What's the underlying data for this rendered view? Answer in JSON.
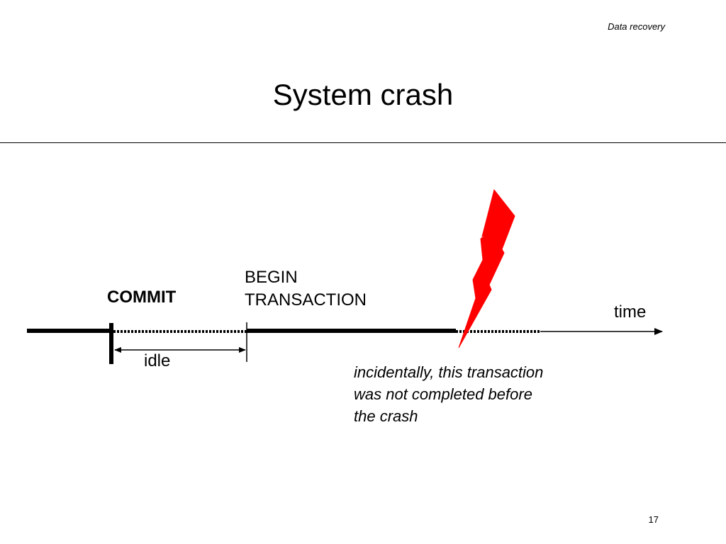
{
  "header": {
    "section_label": "Data recovery"
  },
  "slide": {
    "title": "System crash",
    "page_number": "17"
  },
  "diagram": {
    "labels": {
      "commit": "COMMIT",
      "begin_line1": "BEGIN",
      "begin_line2": "TRANSACTION",
      "time": "time",
      "idle": "idle"
    },
    "annotation": {
      "line1": "incidentally, this transaction",
      "line2": "was not completed before",
      "line3": "the crash"
    },
    "colors": {
      "line": "#000000",
      "crash_bolt": "#ff0000"
    },
    "icons": {
      "crash": "lightning-bolt-icon",
      "time_axis_end": "arrow-head-icon",
      "interval": "double-arrow-icon"
    }
  }
}
